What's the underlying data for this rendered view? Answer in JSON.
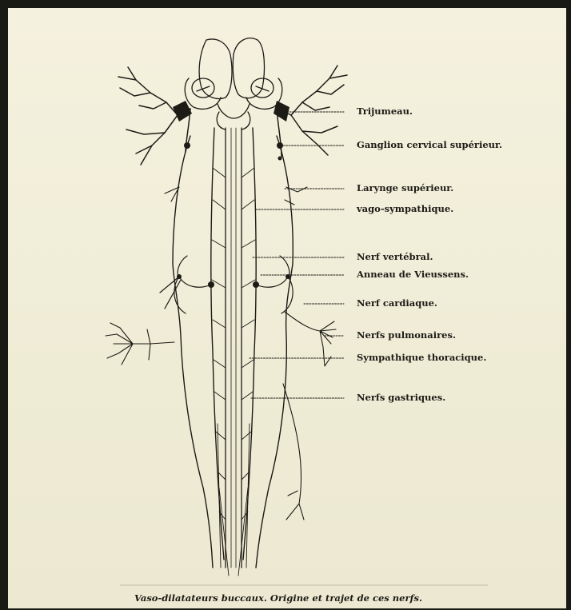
{
  "labels": {
    "trijumeau": "Trijumeau.",
    "ganglion": "Ganglion cervical supérieur.",
    "larynge": "Larynge supérieur.",
    "vago": "vago-sympathique.",
    "vertebral": "Nerf vertébral.",
    "anneau": "Anneau de Vieussens.",
    "cardiaque": "Nerf cardiaque.",
    "pulmonaires": "Nerfs pulmonaires.",
    "thoracique": "Sympathique thoracique.",
    "gastriques": "Nerfs gastriques."
  },
  "caption": "Vaso-dilatateurs buccaux. Origine et trajet de ces nerfs.",
  "colors": {
    "ink": "#1d1b16",
    "paper": "#f2efdb",
    "border": "#1a1a14"
  }
}
